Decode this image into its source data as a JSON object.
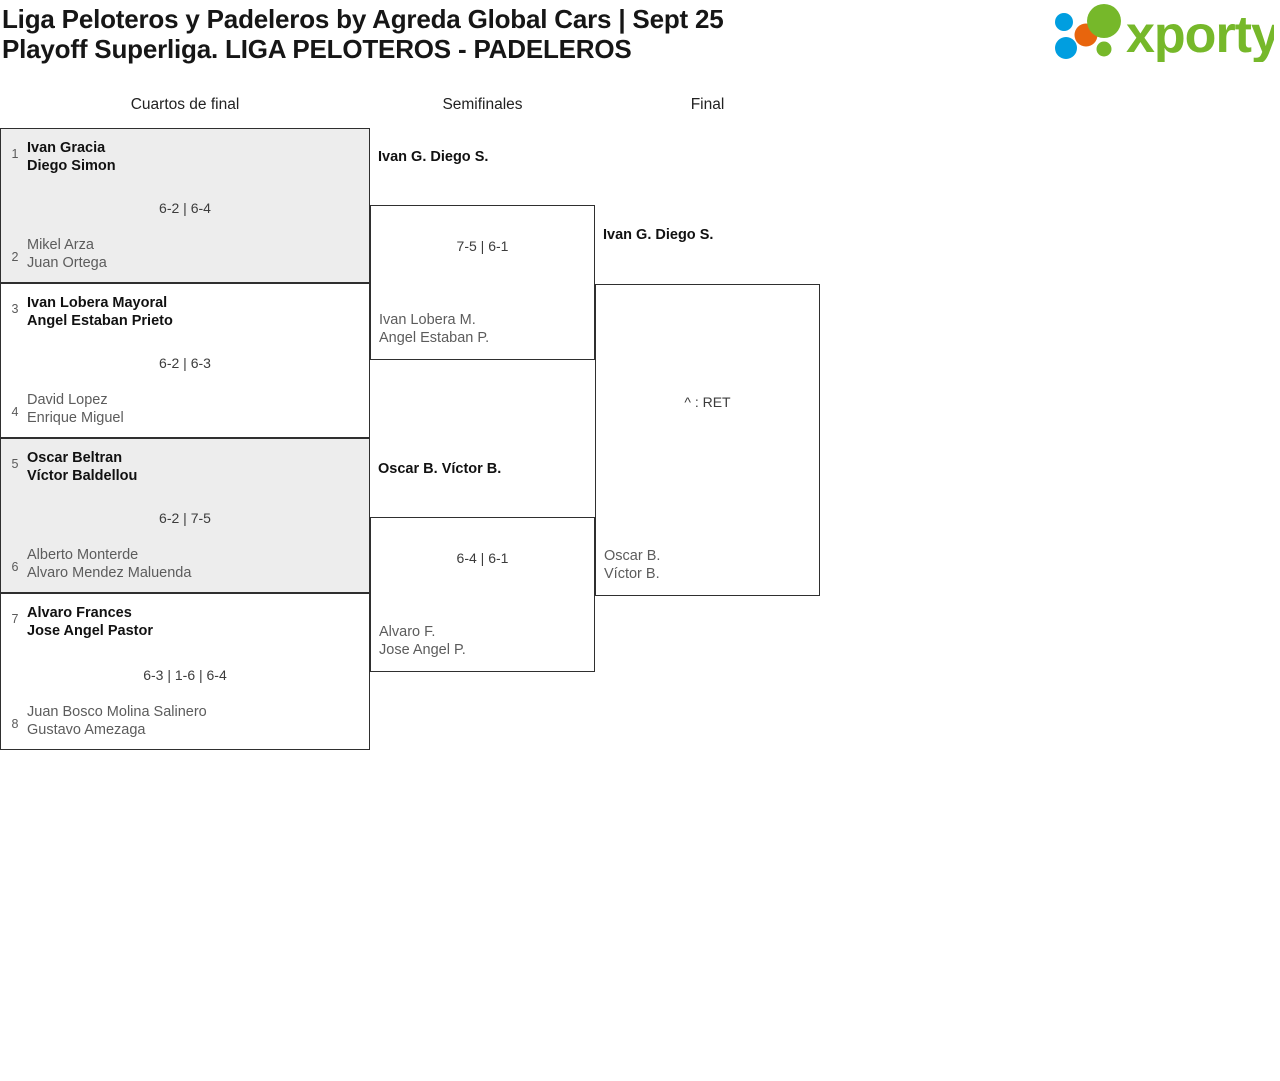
{
  "header": {
    "title_line_1": "Liga Peloteros y Padeleros by Agreda Global Cars | Sept 25",
    "title_line_2": "Playoff Superliga. LIGA PELOTEROS - PADELEROS",
    "logo_text": "xporty",
    "logo_colors": {
      "green": "#76b82a",
      "blue": "#009ee0",
      "orange": "#e8650d"
    }
  },
  "rounds": [
    {
      "label": "Cuartos de final"
    },
    {
      "label": "Semifinales"
    },
    {
      "label": "Final"
    }
  ],
  "quarterfinals": [
    {
      "top": {
        "seed": "1",
        "player_1": "Ivan Gracia",
        "player_2": "Diego Simon",
        "result": "winner"
      },
      "bottom": {
        "seed": "2",
        "player_1": "Mikel Arza",
        "player_2": "Juan Ortega",
        "result": "loser"
      },
      "score": "6-2 | 6-4",
      "shaded": true
    },
    {
      "top": {
        "seed": "3",
        "player_1": "Ivan Lobera Mayoral",
        "player_2": "Angel Estaban Prieto",
        "result": "winner"
      },
      "bottom": {
        "seed": "4",
        "player_1": "David Lopez",
        "player_2": "Enrique Miguel",
        "result": "loser"
      },
      "score": "6-2 | 6-3",
      "shaded": false
    },
    {
      "top": {
        "seed": "5",
        "player_1": "Oscar Beltran",
        "player_2": "Víctor Baldellou",
        "result": "winner"
      },
      "bottom": {
        "seed": "6",
        "player_1": "Alberto Monterde",
        "player_2": "Alvaro Mendez Maluenda",
        "result": "loser"
      },
      "score": "6-2 | 7-5",
      "shaded": true
    },
    {
      "top": {
        "seed": "7",
        "player_1": "Alvaro Frances",
        "player_2": "Jose Angel Pastor",
        "result": "winner"
      },
      "bottom": {
        "seed": "8",
        "player_1": "Juan Bosco Molina Salinero",
        "player_2": "Gustavo Amezaga",
        "result": "loser"
      },
      "score": "6-3 | 1-6 | 6-4",
      "shaded": false
    }
  ],
  "semifinals": [
    {
      "top": {
        "player_1": "Ivan G.",
        "player_2": "Diego S.",
        "result": "winner"
      },
      "bottom": {
        "player_1": "Ivan Lobera M.",
        "player_2": "Angel Estaban P.",
        "result": "loser"
      },
      "score": "7-5 | 6-1"
    },
    {
      "top": {
        "player_1": "Oscar B.",
        "player_2": "Víctor B.",
        "result": "winner"
      },
      "bottom": {
        "player_1": "Alvaro F.",
        "player_2": "Jose Angel P.",
        "result": "loser"
      },
      "score": "6-4 | 6-1"
    }
  ],
  "final": {
    "top": {
      "player_1": "Ivan G.",
      "player_2": "Diego S.",
      "result": "winner"
    },
    "bottom": {
      "player_1": "Oscar B.",
      "player_2": "Víctor B.",
      "result": "loser"
    },
    "score": "^ : RET"
  }
}
